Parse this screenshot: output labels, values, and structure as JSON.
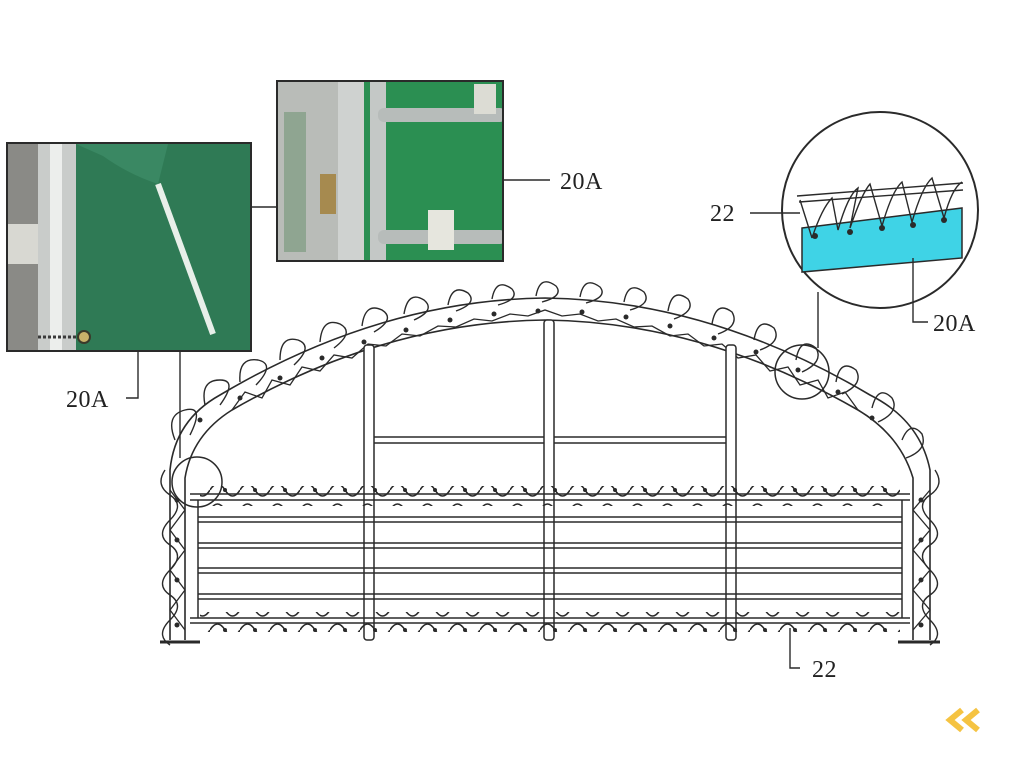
{
  "figure": {
    "type": "technical-diagram",
    "subject": "arched frame structure with cover sheet attached by spiral lacing"
  },
  "photos": [
    {
      "id": "photo-left",
      "label": "20A",
      "description": "green tarpaulin sheet beside aluminum pole with eyelet"
    },
    {
      "id": "photo-top",
      "label": "20A",
      "description": "green sheet fastened to scaffold tubes with clamps"
    }
  ],
  "detail_circle": {
    "labels": {
      "lace": "22",
      "sheet": "20A"
    },
    "sheet_color": "#3fd3e6"
  },
  "callouts": {
    "left_photo_label": "20A",
    "top_photo_label": "20A",
    "detail_lace_label": "22",
    "detail_sheet_label": "20A",
    "bottom_lace_label": "22"
  },
  "colors": {
    "line": "#2a2a2a",
    "tarp_green": "#2f7a55",
    "tarp_green_dark": "#1f5e40",
    "accent_chevron": "#f5c342"
  },
  "nav": {
    "back_icon": "double-chevron-left-icon"
  }
}
